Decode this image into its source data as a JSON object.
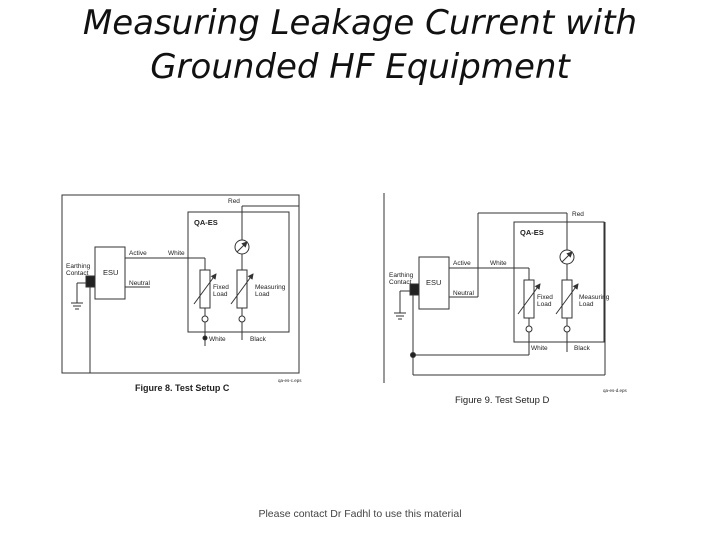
{
  "slide": {
    "title_line1": "Measuring Leakage Current with",
    "title_line2": "Grounded HF Equipment",
    "footer": "Please contact Dr Fadhl to use this material"
  },
  "figure_c": {
    "caption": "Figure 8. Test Setup C",
    "file_tag": "qa-es-c.eps",
    "labels": {
      "red": "Red",
      "analyzer": "QA-ES",
      "active": "Active",
      "white_top": "White",
      "earthing_1": "Earthing",
      "earthing_2": "Contact",
      "esu": "ESU",
      "neutral": "Neutral",
      "fixed_1": "Fixed",
      "fixed_2": "Load",
      "measuring_1": "Measuring",
      "measuring_2": "Load",
      "white_bottom": "White",
      "black": "Black"
    }
  },
  "figure_d": {
    "caption": "Figure 9. Test Setup D",
    "file_tag": "qa-es-d.eps",
    "labels": {
      "red": "Red",
      "analyzer": "QA-ES",
      "active": "Active",
      "white_top": "White",
      "earthing_1": "Earthing",
      "earthing_2": "Contact",
      "esu": "ESU",
      "neutral": "Neutral",
      "fixed_1": "Fixed",
      "fixed_2": "Load",
      "measuring_1": "Measuring",
      "measuring_2": "Load",
      "white_bottom": "White",
      "black": "Black"
    }
  },
  "colors": {
    "line": "#333333",
    "text": "#222222"
  }
}
